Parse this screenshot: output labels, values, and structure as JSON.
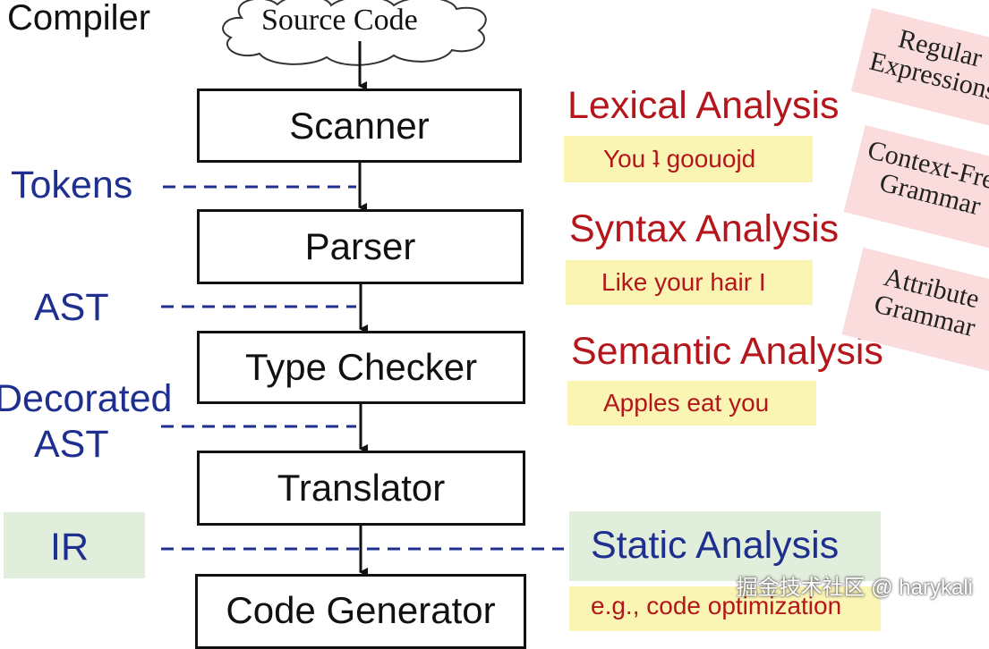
{
  "title": "Compiler",
  "source": "Source Code",
  "stages": {
    "scanner": "Scanner",
    "parser": "Parser",
    "checker": "Type Checker",
    "translator": "Translator",
    "generator": "Code Generator"
  },
  "intermediates": {
    "tokens": "Tokens",
    "ast": "AST",
    "decorated": "Decorated",
    "decorated_ast": "AST",
    "ir": "IR"
  },
  "phases": {
    "lexical": "Lexical Analysis",
    "syntax": "Syntax Analysis",
    "semantic": "Semantic Analysis",
    "static": "Static Analysis"
  },
  "examples": {
    "lexical": "You ʇ goouojd",
    "syntax": "Like your hair I",
    "semantic": "Apples eat you",
    "static": "e.g., code optimization"
  },
  "notes": {
    "regex": "Regular\nExpressions",
    "cfg": "Context-Free\nGrammar",
    "attr": "Attribute\nGrammar"
  },
  "watermark": "掘金技术社区 @ harykali",
  "colors": {
    "label_blue": "#1e2f8f",
    "phase_red": "#b4161c",
    "example_yellow": "#fbf5b4",
    "note_pink": "#fbdcdc",
    "ir_green": "#e1eedb"
  }
}
